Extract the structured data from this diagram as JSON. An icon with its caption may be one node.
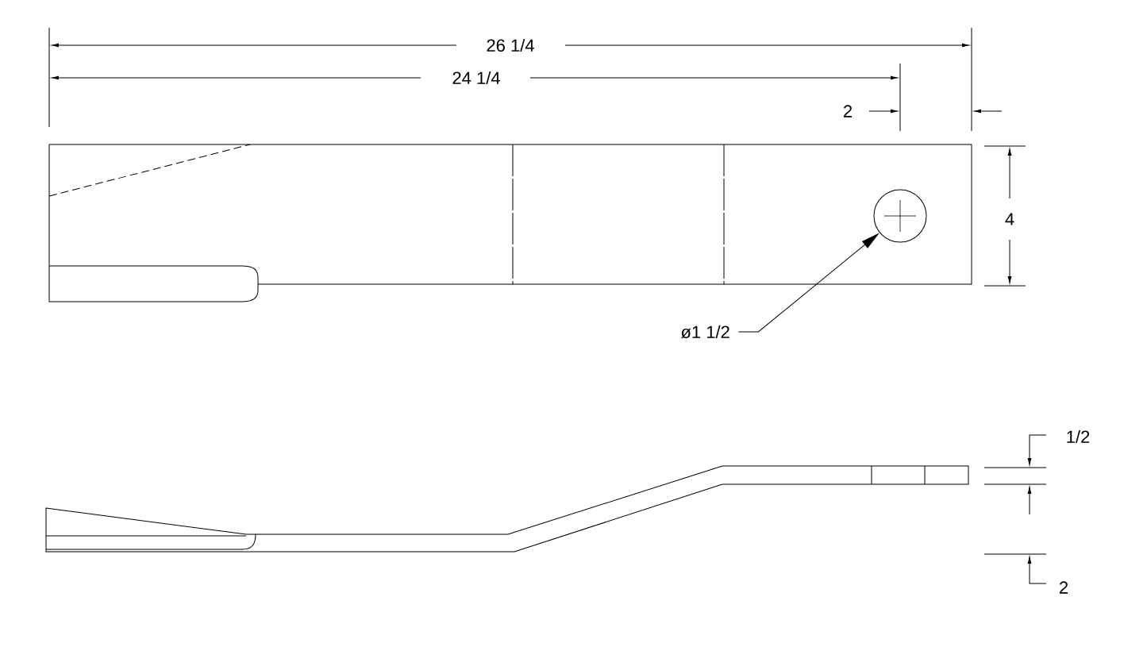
{
  "diagram": {
    "nodes": [
      {
        "text": [
          "ø1 1/2"
        ]
      },
      {
        "text": [],
        "shape": "circle"
      }
    ],
    "edges": [
      {
        "from": 0,
        "to": 1,
        "arrow": "to"
      }
    ],
    "labels": [
      "26 1/4",
      "24 1/4",
      "2",
      "4",
      "1/2",
      "2"
    ]
  }
}
